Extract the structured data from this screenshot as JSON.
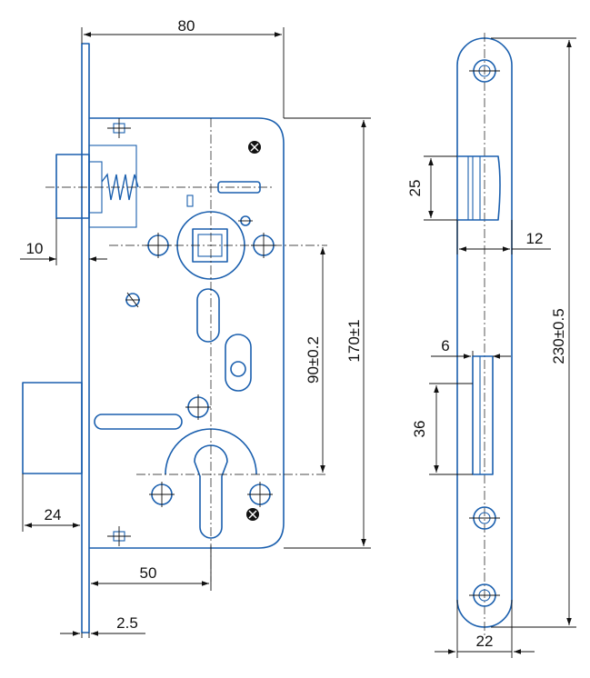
{
  "colors": {
    "part_outline": "#1a5fae",
    "dimension": "#111111",
    "background": "#ffffff"
  },
  "dimensions": {
    "lock_depth": "80",
    "faceplate_to_bolt": "10",
    "cylinder_offset": "24",
    "backset": "50",
    "faceplate_thickness": "2.5",
    "center_distance": "90±0.2",
    "lock_height": "170±1",
    "bolt_width": "25",
    "bolt_depth": "12",
    "latch_projection": "6",
    "latch_height": "36",
    "faceplate_length": "230±0.5",
    "faceplate_width": "22"
  }
}
